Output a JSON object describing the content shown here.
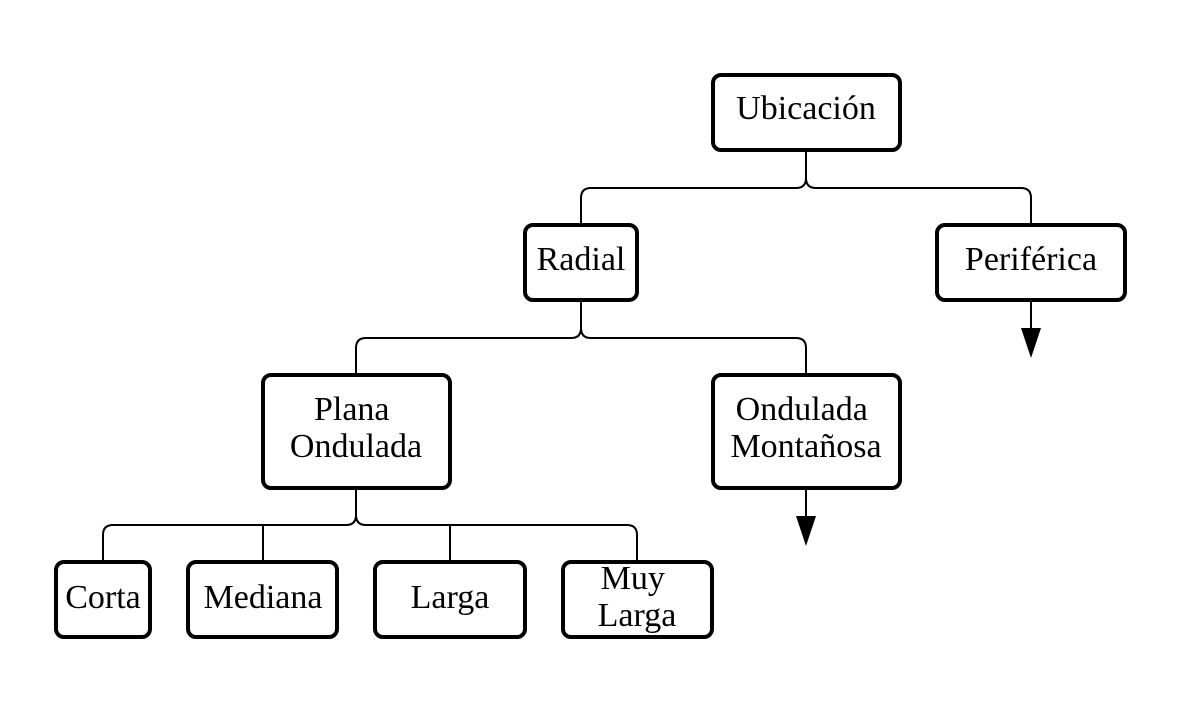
{
  "diagram": {
    "nodes": {
      "ubicacion": "Ubicación",
      "radial": "Radial",
      "periferica": "Periférica",
      "plana_ondulada": {
        "line1": "Plana",
        "line2": "Ondulada"
      },
      "ondulada_montanosa": {
        "line1": "Ondulada",
        "line2": "Montañosa"
      },
      "corta": "Corta",
      "mediana": "Mediana",
      "larga": "Larga",
      "muy_larga": {
        "line1": "Muy",
        "line2": "Larga"
      }
    }
  }
}
